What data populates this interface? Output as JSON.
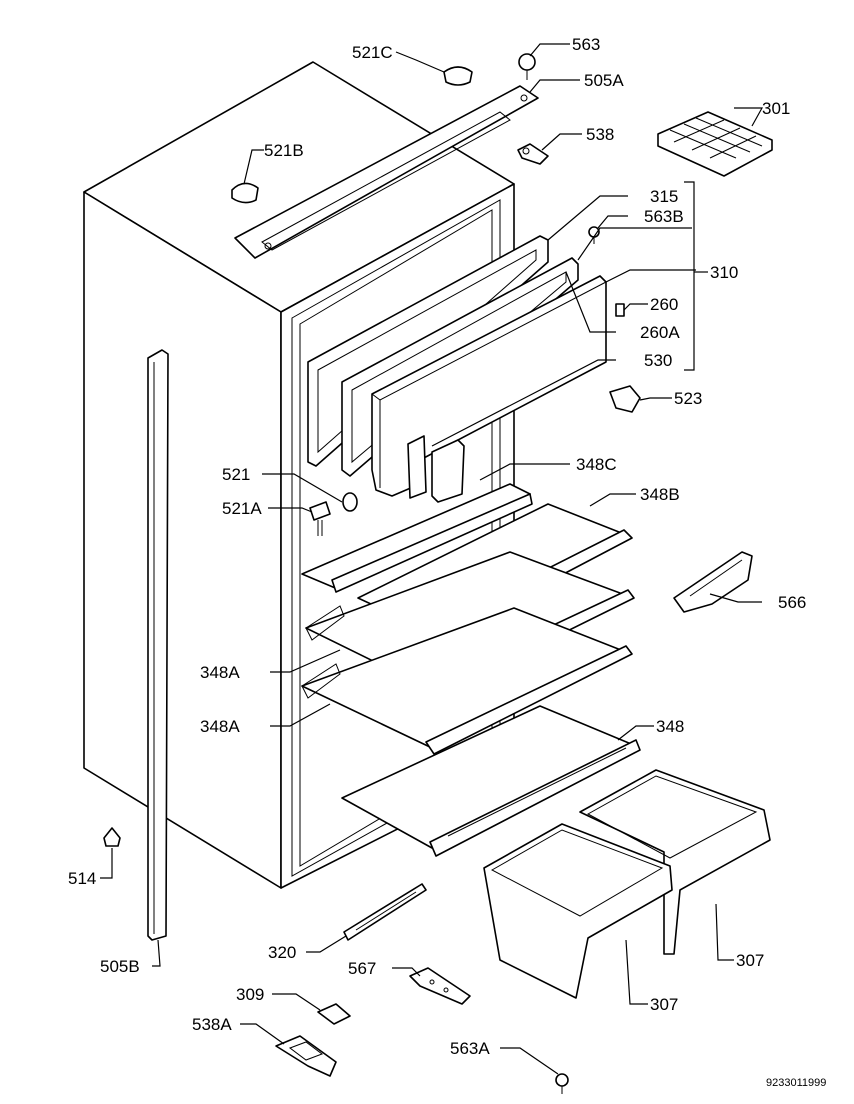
{
  "diagram": {
    "code": "9233011999",
    "labels": {
      "l521c": "521C",
      "l563": "563",
      "l505a": "505A",
      "l301": "301",
      "l521b": "521B",
      "l538": "538",
      "l315": "315",
      "l563b": "563B",
      "l310": "310",
      "l260": "260",
      "l260a": "260A",
      "l530": "530",
      "l523": "523",
      "l348c": "348C",
      "l521": "521",
      "l521a": "521A",
      "l348b": "348B",
      "l566": "566",
      "l348a1": "348A",
      "l348a2": "348A",
      "l348": "348",
      "l514": "514",
      "l320": "320",
      "l307r": "307",
      "l505b": "505B",
      "l567": "567",
      "l307f": "307",
      "l309": "309",
      "l538a": "538A",
      "l563a": "563A"
    }
  }
}
